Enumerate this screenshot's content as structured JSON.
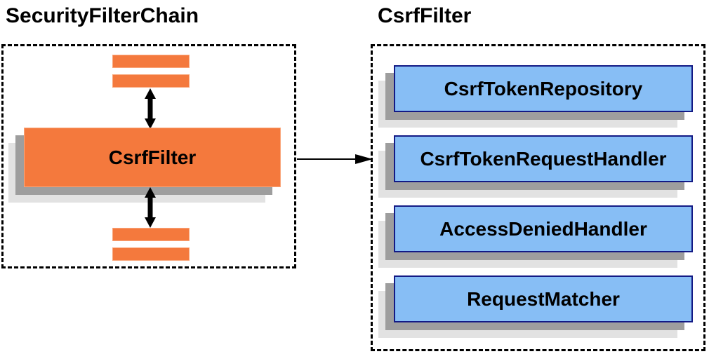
{
  "diagram": {
    "left_group": {
      "title": "SecurityFilterChain",
      "filter_box_label": "CsrfFilter"
    },
    "right_group": {
      "title": "CsrfFilter",
      "components": [
        "CsrfTokenRepository",
        "CsrfTokenRequestHandler",
        "AccessDeniedHandler",
        "RequestMatcher"
      ]
    },
    "icons": {
      "bidirectional_arrow": "↕",
      "flow_arrow": "→"
    },
    "colors": {
      "background": "#ffffff",
      "orange_fill": "#f4793d",
      "orange_border": "#f9a77c",
      "blue_fill": "#87bef5",
      "blue_border": "#131a85",
      "shadow_dark": "#9e9e9e",
      "shadow_light": "#e2e2e2",
      "arrow": "#000000",
      "text": "#000000",
      "dashed_border": "#000000"
    }
  }
}
